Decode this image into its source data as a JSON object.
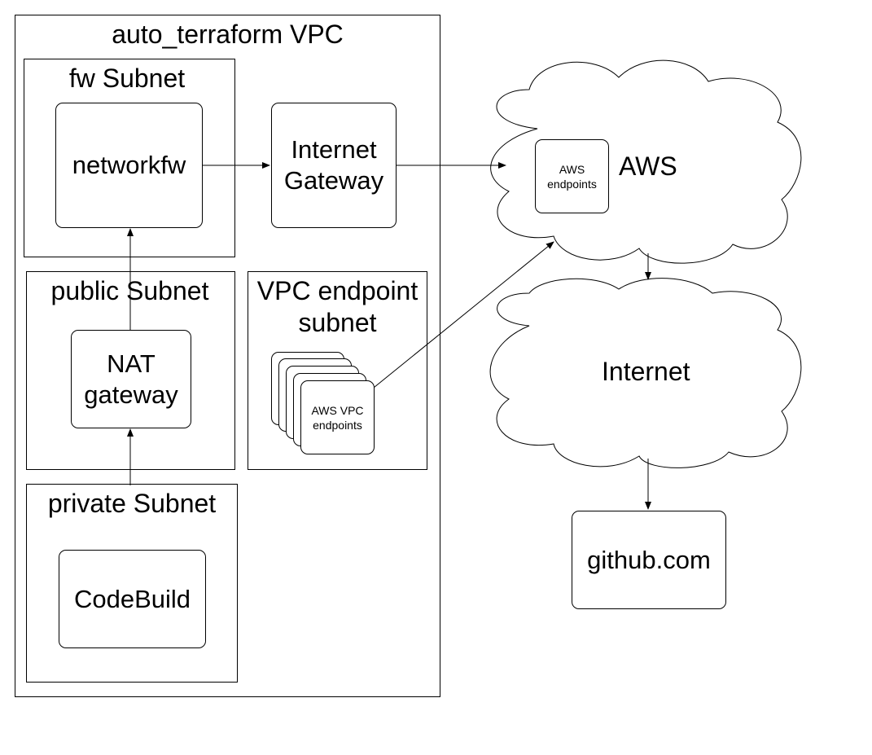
{
  "vpc": {
    "title": "auto_terraform VPC",
    "fw_subnet": {
      "title": "fw Subnet",
      "networkfw": "networkfw"
    },
    "internet_gateway": {
      "line1": "Internet",
      "line2": "Gateway"
    },
    "public_subnet": {
      "title": "public Subnet",
      "nat_line1": "NAT",
      "nat_line2": "gateway"
    },
    "vpc_endpoint_subnet": {
      "title_line1": "VPC endpoint",
      "title_line2": "subnet",
      "endpoints_line1": "AWS VPC",
      "endpoints_line2": "endpoints"
    },
    "private_subnet": {
      "title": "private Subnet",
      "codebuild": "CodeBuild"
    }
  },
  "aws_cloud": {
    "label": "AWS",
    "endpoints_line1": "AWS",
    "endpoints_line2": "endpoints"
  },
  "internet_cloud": {
    "label": "Internet"
  },
  "github": {
    "label": "github.com"
  }
}
